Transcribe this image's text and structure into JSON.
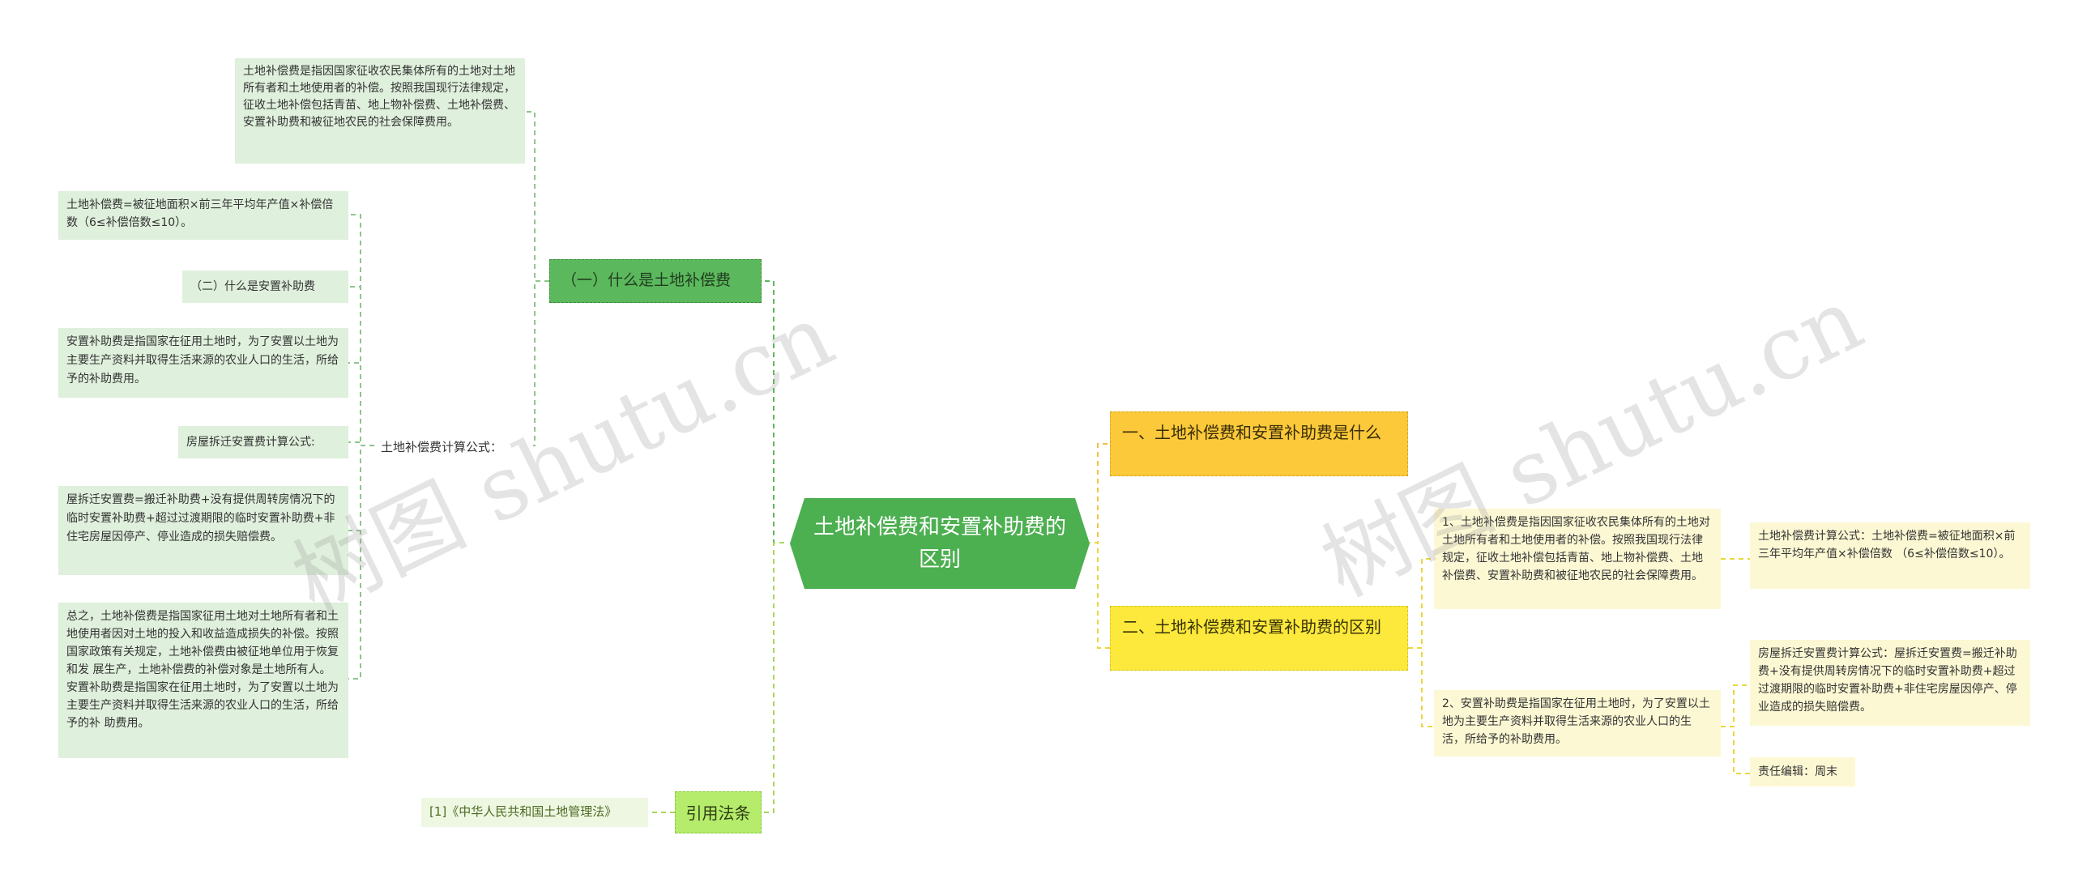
{
  "root": {
    "title": "土地补偿费和安置补助费的区别"
  },
  "left": {
    "branch1": {
      "label": "（一）什么是土地补偿费",
      "definition": "土地补偿费是指因国家征收农民集体所有的土地对土地所有者和土地使用者的补偿。按照我国现行法律规定，征收土地补偿包括青苗、地上物补偿费、土地补偿费、安置补助费和被征地农民的社会保障费用。",
      "calc_label": "土地补偿费计算公式：",
      "formula": "土地补偿费=被征地面积×前三年平均年产值×补偿倍数（6≤补偿倍数≤10）。",
      "q2": "（二）什么是安置补助费",
      "resettlement_def": "安置补助费是指国家在征用土地时，为了安置以土地为主要生产资料并取得生活来源的农业人口的生活，所给予的补助费用。",
      "house_label": "房屋拆迁安置费计算公式:",
      "house_formula": "屋拆迁安置费=搬迁补助费+没有提供周转房情况下的临时安置补助费+超过过渡期限的临时安置补助费+非住宅房屋因停产、停业造成的损失赔偿费。",
      "summary": "总之，土地补偿费是指国家征用土地对土地所有者和土地使用者因对土地的投入和收益造成损失的补偿。按照国家政策有关规定，土地补偿费由被征地单位用于恢复和发 展生产，土地补偿费的补偿对象是土地所有人。安置补助费是指国家在征用土地时，为了安置以土地为主要生产资料并取得生活来源的农业人口的生活，所给予的补 助费用。"
    },
    "citation": {
      "label": "引用法条",
      "item": "[1]《中华人民共和国土地管理法》"
    }
  },
  "right": {
    "branch1": {
      "label": "一、土地补偿费和安置补助费是什么"
    },
    "branch2": {
      "label": "二、土地补偿费和安置补助费的区别",
      "point1": "1、土地补偿费是指因国家征收农民集体所有的土地对土地所有者和土地使用者的补偿。按照我国现行法律规定，征收土地补偿包括青苗、地上物补偿费、土地补偿费、安置补助费和被征地农民的社会保障费用。",
      "point1_formula": "土地补偿费计算公式：土地补偿费=被征地面积×前三年平均年产值×补偿倍数 （6≤补偿倍数≤10）。",
      "point2": "2、安置补助费是指国家在征用土地时，为了安置以土地为主要生产资料并取得生活来源的农业人口的生活，所给予的补助费用。",
      "point2_formula": "房屋拆迁安置费计算公式：屋拆迁安置费=搬迁补助费+没有提供周转房情况下的临时安置补助费+超过过渡期限的临时安置补助费+非住宅房屋因停产、停业造成的损失赔偿费。",
      "editor": "责任编辑：周末"
    }
  },
  "watermark": {
    "text": "树图 shutu.cn"
  },
  "colors": {
    "root": "#4caf50",
    "green_branch": "#5cb85c",
    "cite_branch": "#b5ec6c",
    "orange_branch": "#fbc93a",
    "yellow_branch": "#fce93b",
    "green_leaf": "#dff0dc",
    "yellow_leaf": "#fdf8d4"
  }
}
